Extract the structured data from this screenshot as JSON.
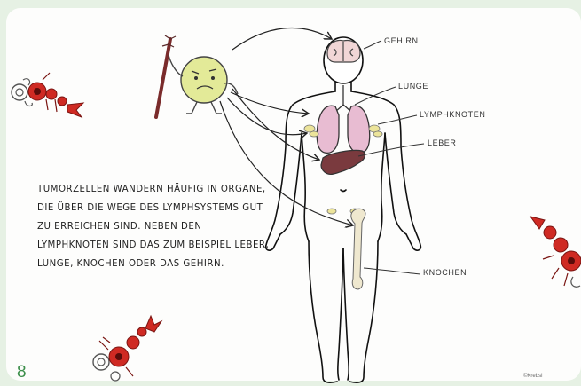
{
  "page_number": "8",
  "caption": "Tumorzellen wandern häufig in Organe, die über die Wege des Lymphsystems gut zu erreichen sind. Neben den Lymphknoten sind das zum Beispiel Leber, Lunge, Knochen oder das Gehirn.",
  "labels": {
    "gehirn": "Gehirn",
    "lunge": "Lunge",
    "lymphknoten": "Lymphknoten",
    "leber": "Leber",
    "knochen": "Knochen"
  },
  "signature": "©Krebsi",
  "colors": {
    "background": "#e6f1e4",
    "page_number": "#3d8f4b",
    "lung": "#e8bcd2",
    "liver": "#7a3a3e",
    "brain": "#f1d6d6",
    "bone": "#efe8cf",
    "lymph_node": "#ece49a",
    "tumor_cell": "#e3ea98",
    "crab": "#cf2a23"
  }
}
